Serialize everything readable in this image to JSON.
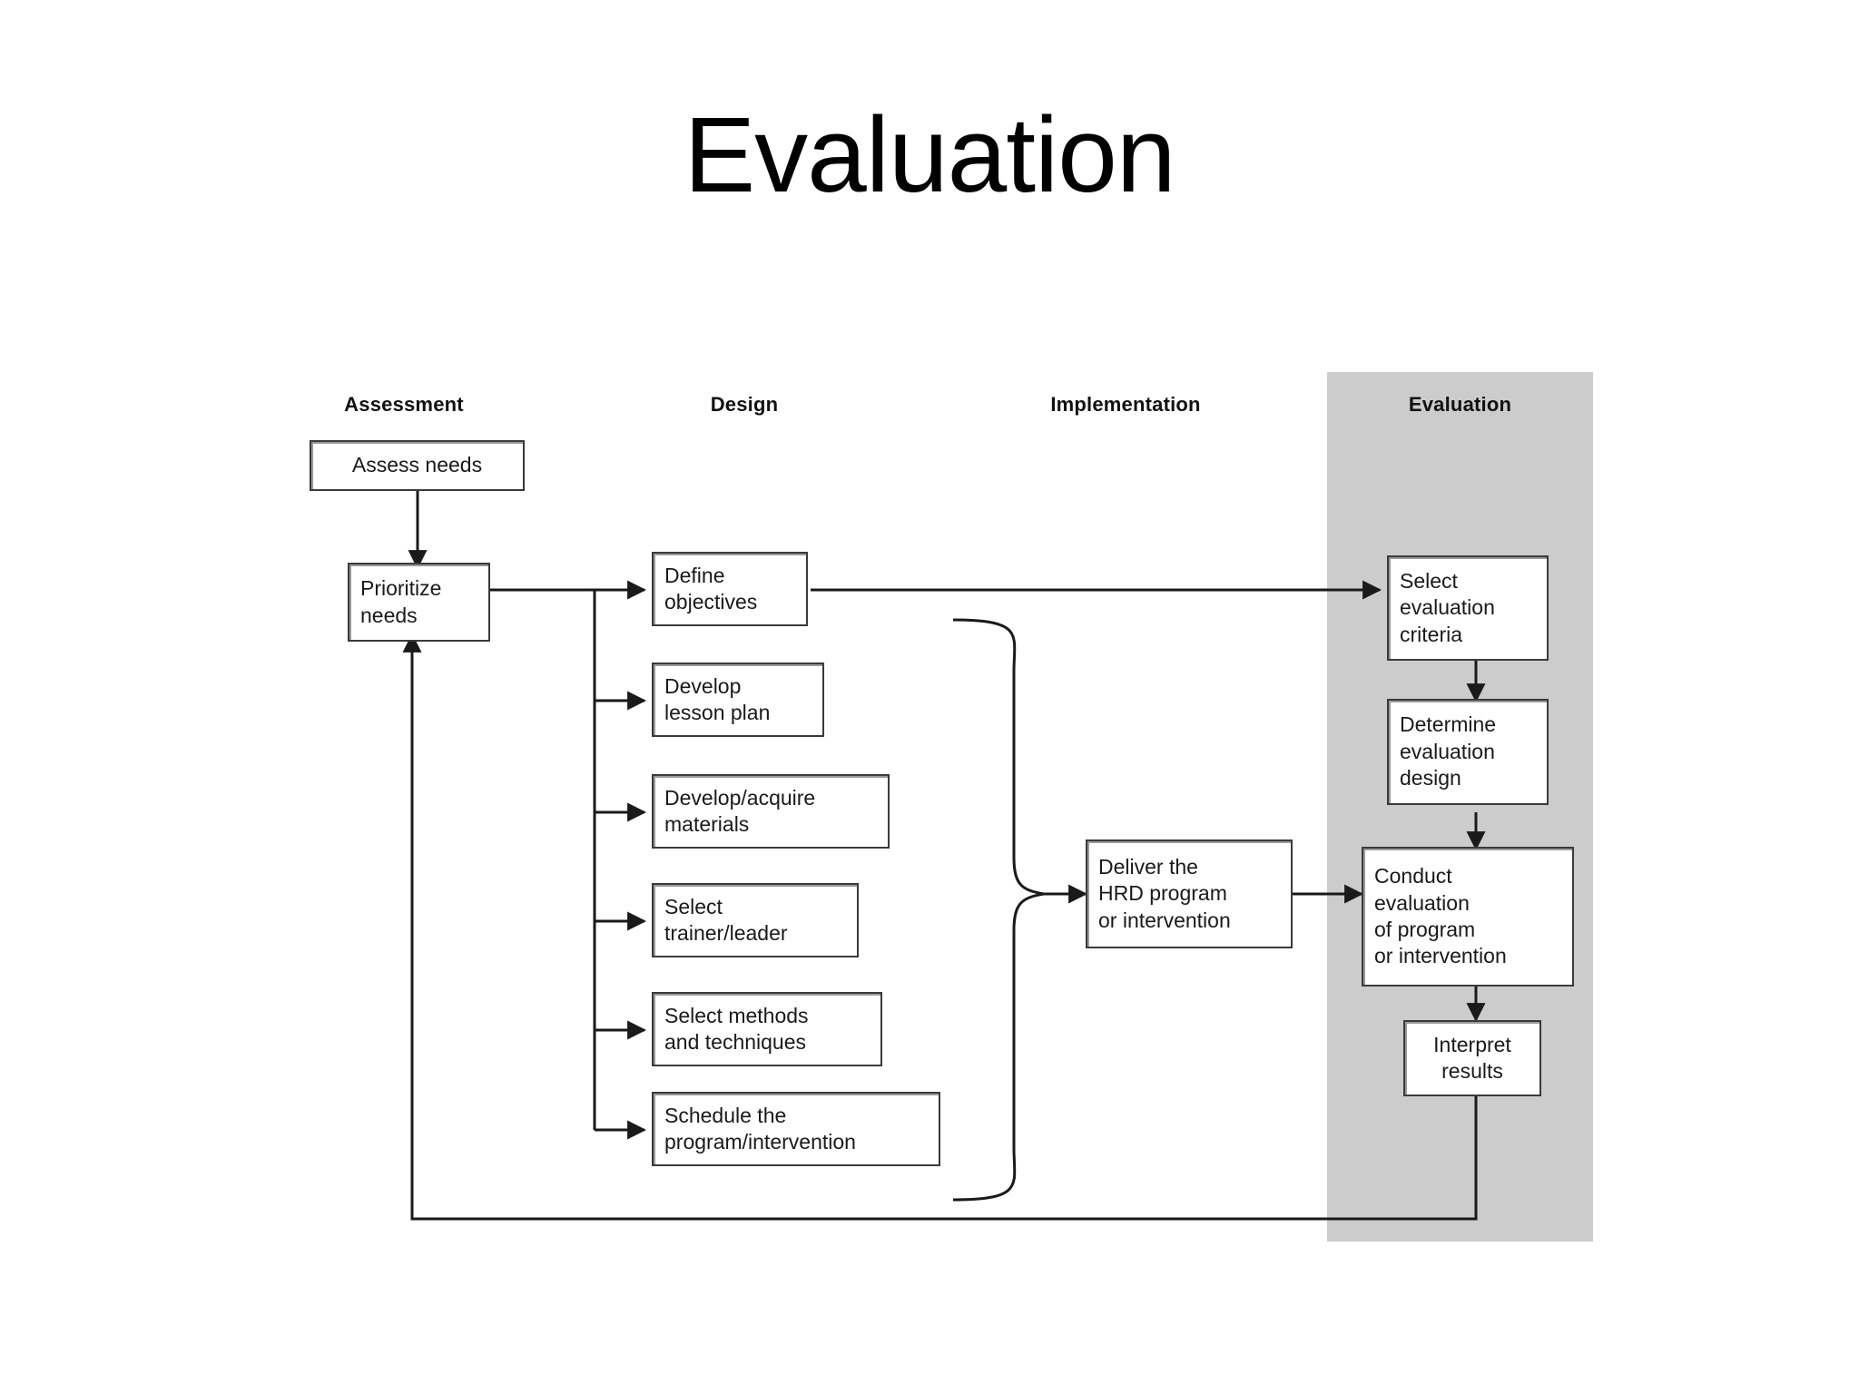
{
  "slide": {
    "title": "Evaluation",
    "background_color": "#ffffff"
  },
  "diagram": {
    "highlight_band_color": "#cccccc",
    "node_border_color": "#3a3a3a",
    "line_color": "#1a1a1a",
    "columns": [
      {
        "id": "assessment",
        "label": "Assessment"
      },
      {
        "id": "design",
        "label": "Design"
      },
      {
        "id": "implementation",
        "label": "Implementation"
      },
      {
        "id": "evaluation",
        "label": "Evaluation",
        "highlighted": true
      }
    ],
    "nodes": {
      "assess_needs": "Assess needs",
      "prioritize_needs": "Prioritize\nneeds",
      "define_objectives": "Define\nobjectives",
      "develop_lesson_plan": "Develop\nlesson plan",
      "develop_acquire_materials": "Develop/acquire\nmaterials",
      "select_trainer_leader": "Select\ntrainer/leader",
      "select_methods_techniques": "Select methods\nand techniques",
      "schedule_program": "Schedule the\nprogram/intervention",
      "deliver_program": "Deliver the\nHRD program\nor intervention",
      "select_evaluation_criteria": "Select\nevaluation\ncriteria",
      "determine_evaluation_design": "Determine\nevaluation\ndesign",
      "conduct_evaluation": "Conduct\nevaluation\nof program\nor intervention",
      "interpret_results": "Interpret\nresults"
    }
  }
}
